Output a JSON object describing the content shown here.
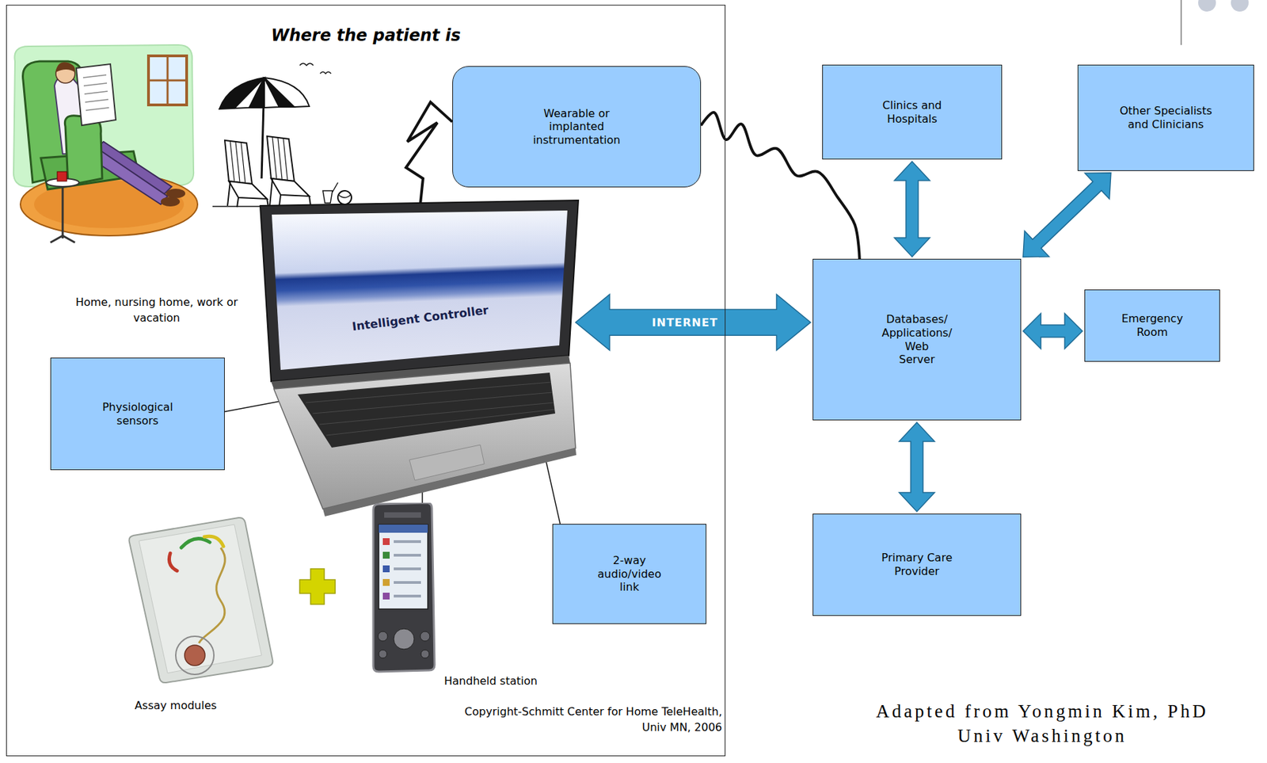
{
  "diagram": {
    "nodes": [
      {
        "text": [
          "Where the patient is"
        ]
      },
      {
        "text": [
          "Wearable or implanted instrumentation"
        ],
        "in": 0
      },
      {
        "text": [
          "Intelligent Controller"
        ],
        "in": 0
      },
      {
        "text": [
          "Physiological sensors"
        ],
        "in": 0
      },
      {
        "text": [
          "2-way audio/video link"
        ],
        "in": 0
      },
      {
        "text": [
          "Handheld station"
        ],
        "in": 0
      },
      {
        "text": [
          "Clinics and Hospitals"
        ]
      },
      {
        "text": [
          "Other Specialists and Clinicians"
        ]
      },
      {
        "text": [
          "Databases/ Applications/ Web Server"
        ]
      },
      {
        "text": [
          "Emergency Room"
        ]
      },
      {
        "text": [
          "Primary Care Provider"
        ]
      }
    ],
    "edges": [
      {
        "from": 1,
        "to": 2,
        "arrow": "none"
      },
      {
        "from": 1,
        "to": 8,
        "arrow": "none"
      },
      {
        "from": 2,
        "to": 8,
        "label": "INTERNET",
        "arrow": "both"
      },
      {
        "from": 6,
        "to": 8,
        "arrow": "both"
      },
      {
        "from": 7,
        "to": 8,
        "arrow": "both"
      },
      {
        "from": 8,
        "to": 9,
        "arrow": "both"
      },
      {
        "from": 8,
        "to": 10,
        "arrow": "both"
      },
      {
        "from": 3,
        "to": 2,
        "arrow": "none"
      },
      {
        "from": 2,
        "to": 4,
        "arrow": "none"
      },
      {
        "from": 2,
        "to": 5,
        "arrow": "none"
      }
    ],
    "labels": [
      "Home, nursing home, work or vacation",
      "Assay modules",
      "Copyright-Schmitt Center for Home TeleHealth, Univ MN, 2006",
      "Adapted from Yongmin Kim, PhD Univ Washington"
    ]
  }
}
